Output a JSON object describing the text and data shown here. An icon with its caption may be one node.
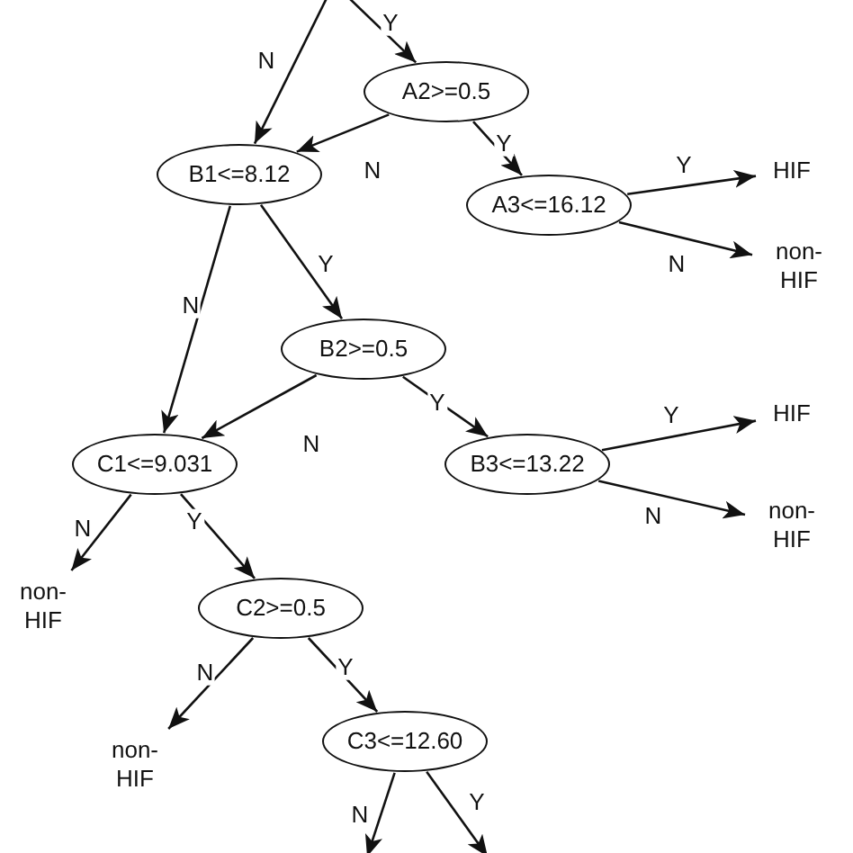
{
  "diagram": {
    "nodes": [
      {
        "text": [
          "A2>=0.5"
        ]
      },
      {
        "text": [
          "B1<=8.12"
        ]
      },
      {
        "text": [
          "A3<=16.12"
        ]
      },
      {
        "text": [
          "HIF"
        ]
      },
      {
        "text": [
          "non-HIF"
        ]
      },
      {
        "text": [
          "B2>=0.5"
        ]
      },
      {
        "text": [
          "C1<=9.031"
        ]
      },
      {
        "text": [
          "B3<=13.22"
        ]
      },
      {
        "text": [
          "HIF"
        ]
      },
      {
        "text": [
          "non-HIF"
        ]
      },
      {
        "text": [
          "non-HIF"
        ]
      },
      {
        "text": [
          "C2>=0.5"
        ]
      },
      {
        "text": [
          "non-HIF"
        ]
      },
      {
        "text": [
          "C3<=12.60"
        ]
      }
    ],
    "edges": [
      {
        "from": null,
        "to": 1,
        "arrow": "to",
        "label": "N"
      },
      {
        "from": null,
        "to": 0,
        "arrow": "to",
        "label": "Y"
      },
      {
        "from": 0,
        "to": 1,
        "arrow": "to",
        "label": "N"
      },
      {
        "from": 0,
        "to": 2,
        "arrow": "to",
        "label": "Y"
      },
      {
        "from": 2,
        "to": 3,
        "arrow": "to",
        "label": "Y"
      },
      {
        "from": 2,
        "to": 4,
        "arrow": "to",
        "label": "N"
      },
      {
        "from": 1,
        "to": 6,
        "arrow": "to",
        "label": "N"
      },
      {
        "from": 1,
        "to": 5,
        "arrow": "to",
        "label": "Y"
      },
      {
        "from": 5,
        "to": 6,
        "arrow": "to",
        "label": "N"
      },
      {
        "from": 5,
        "to": 7,
        "arrow": "to",
        "label": "Y"
      },
      {
        "from": 7,
        "to": 8,
        "arrow": "to",
        "label": "Y"
      },
      {
        "from": 7,
        "to": 9,
        "arrow": "to",
        "label": "N"
      },
      {
        "from": 6,
        "to": 10,
        "arrow": "to",
        "label": "N"
      },
      {
        "from": 6,
        "to": 11,
        "arrow": "to",
        "label": "Y"
      },
      {
        "from": 11,
        "to": 12,
        "arrow": "to",
        "label": "N"
      },
      {
        "from": 11,
        "to": 13,
        "arrow": "to",
        "label": "Y"
      },
      {
        "from": 13,
        "to": null,
        "arrow": "to",
        "label": "N"
      },
      {
        "from": 13,
        "to": null,
        "arrow": "to",
        "label": "Y"
      }
    ]
  }
}
